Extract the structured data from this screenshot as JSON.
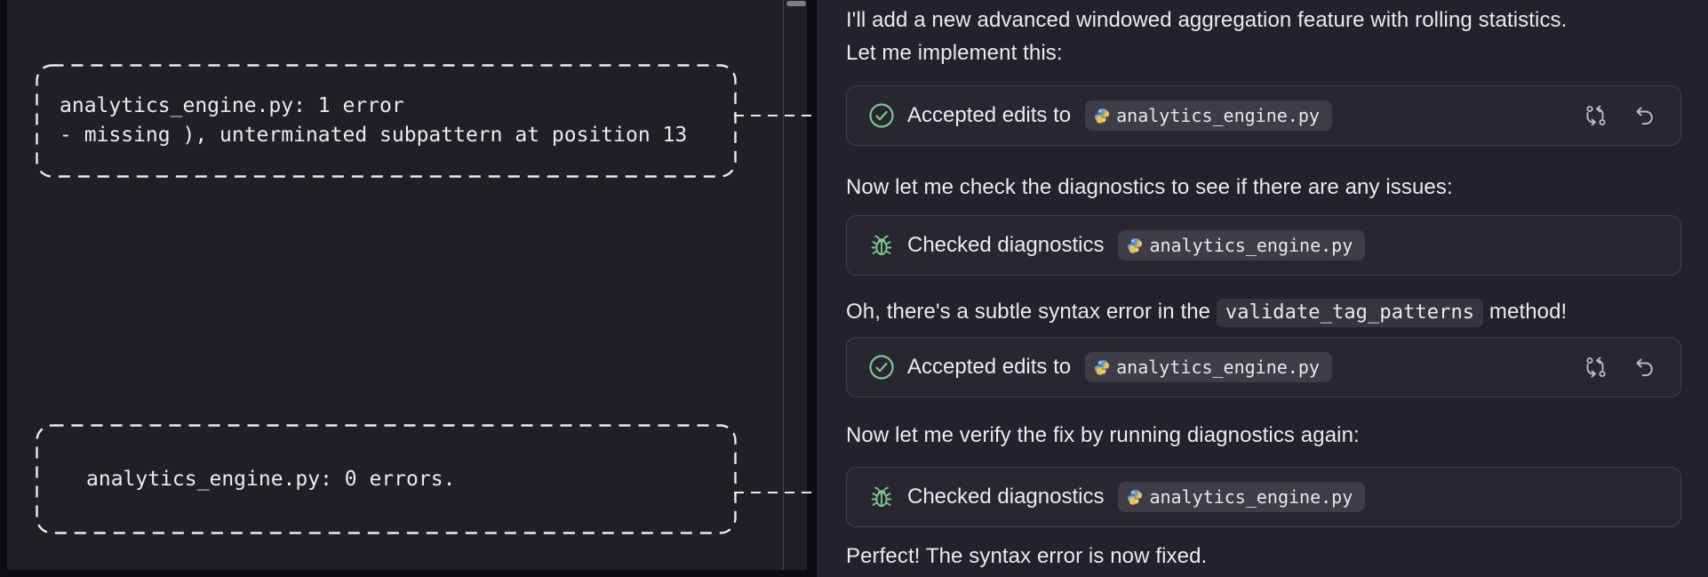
{
  "left_panel": {
    "diagnostics": [
      {
        "line1": "analytics_engine.py: 1 error",
        "line2": "- missing ), unterminated subpattern at position 13"
      },
      {
        "line1": "analytics_engine.py: 0 errors."
      }
    ]
  },
  "chat": {
    "p1_line1": "I'll add a new advanced windowed aggregation feature with rolling statistics.",
    "p1_line2": "Let me implement this:",
    "p2": "Now let me check the diagnostics to see if there are any issues:",
    "p3_prefix": "Oh, there's a subtle syntax error in the ",
    "p3_code": "validate_tag_patterns",
    "p3_suffix": " method!",
    "p4": "Now let me verify the fix by running diagnostics again:",
    "p5": "Perfect! The syntax error is now fixed.",
    "cards": [
      {
        "label": "Accepted edits to",
        "file": "analytics_engine.py",
        "icon": "check-circle",
        "actions": [
          "view-diff",
          "undo"
        ]
      },
      {
        "label": "Checked diagnostics",
        "file": "analytics_engine.py",
        "icon": "bug"
      },
      {
        "label": "Accepted edits to",
        "file": "analytics_engine.py",
        "icon": "check-circle",
        "actions": [
          "view-diff",
          "undo"
        ]
      },
      {
        "label": "Checked diagnostics",
        "file": "analytics_engine.py",
        "icon": "bug"
      }
    ]
  },
  "colors": {
    "success_green": "#7cc78e",
    "icon_gray": "#bab8c1",
    "python_blue": "#6b9fd4",
    "python_yellow": "#e5c55b"
  }
}
